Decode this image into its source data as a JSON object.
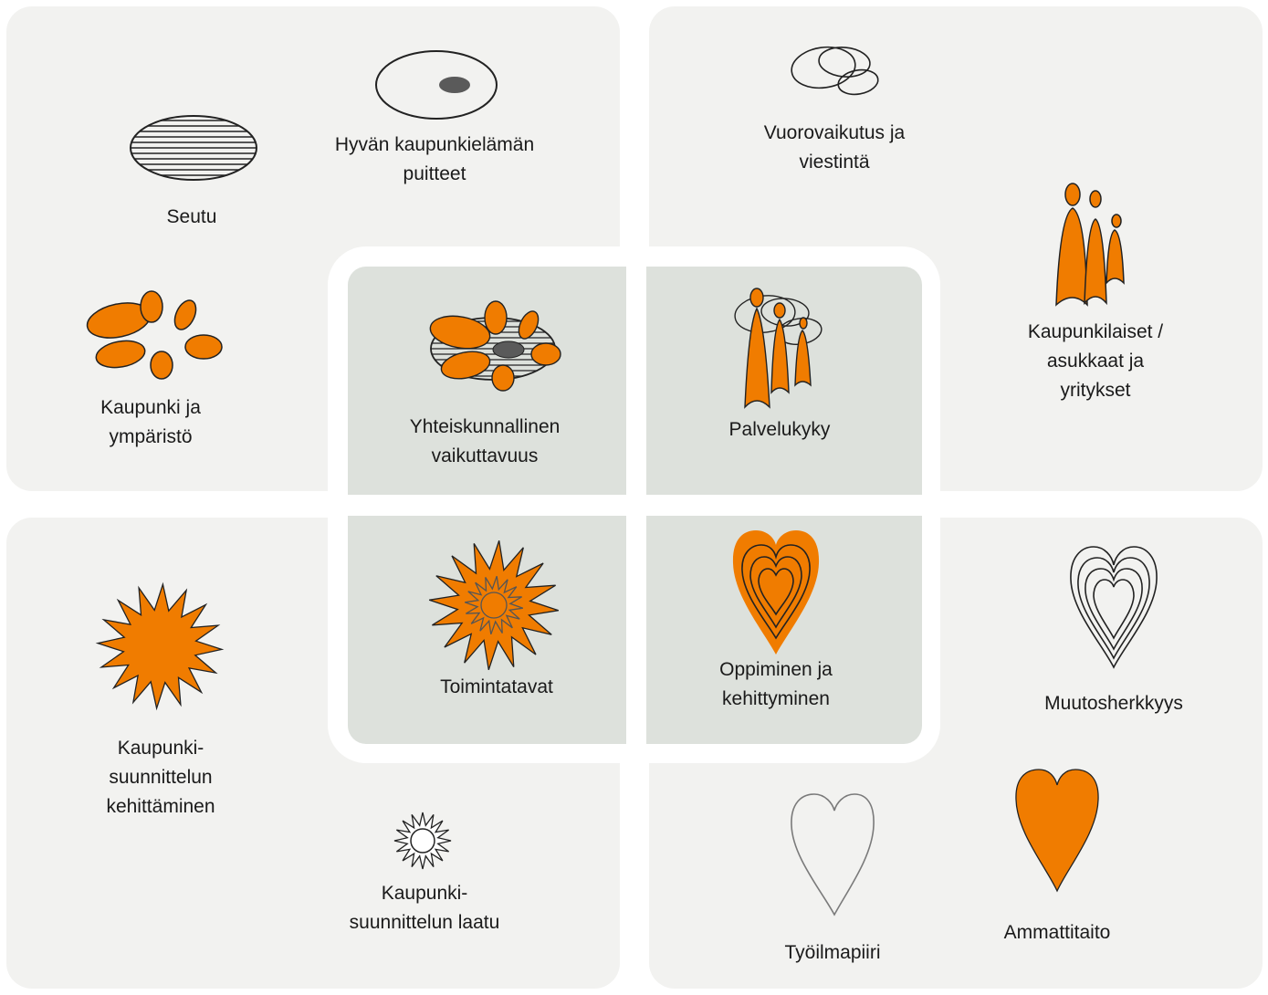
{
  "colors": {
    "accent": "#f07c00",
    "panel": "#f2f2f0",
    "center": "#dde1dc",
    "stroke": "#222222"
  },
  "outer": {
    "seutu": {
      "label": "Seutu",
      "icon": "striped-ellipse-icon"
    },
    "hyvan": {
      "label": "Hyvän kaupunkielämän\npuitteet",
      "icon": "ellipse-with-dot-icon"
    },
    "kaupunki_ymparisto": {
      "label": "Kaupunki ja\nympäristö",
      "icon": "orange-ellipses-icon"
    },
    "vuorovaikutus": {
      "label": "Vuorovaikutus ja\nviestintä",
      "icon": "overlapping-loops-icon"
    },
    "kaupunkilaiset": {
      "label": "Kaupunkilaiset /\nasukkaat ja\nyritykset",
      "icon": "three-figures-icon"
    },
    "kehittaminen": {
      "label": "Kaupunki-\nsuunnittelun\nkehittäminen",
      "icon": "orange-sun-icon"
    },
    "laatu": {
      "label": "Kaupunki-\nsuunnittelun laatu",
      "icon": "small-sun-icon"
    },
    "muutosherkkyys": {
      "label": "Muutosherkkyys",
      "icon": "nested-hearts-icon"
    },
    "tyoilmapiiri": {
      "label": "Työilmapiiri",
      "icon": "outline-heart-icon"
    },
    "ammattitaito": {
      "label": "Ammattitaito",
      "icon": "orange-heart-icon"
    }
  },
  "center": {
    "yhteiskunnallinen": {
      "label": "Yhteiskunnallinen\nvaikuttavuus",
      "icon": "combined-ellipses-icon"
    },
    "palvelukyky": {
      "label": "Palvelukyky",
      "icon": "figures-with-loops-icon"
    },
    "toimintatavat": {
      "label": "Toimintatavat",
      "icon": "double-sun-icon"
    },
    "oppiminen": {
      "label": "Oppiminen ja\nkehittyminen",
      "icon": "orange-nested-hearts-icon"
    }
  }
}
